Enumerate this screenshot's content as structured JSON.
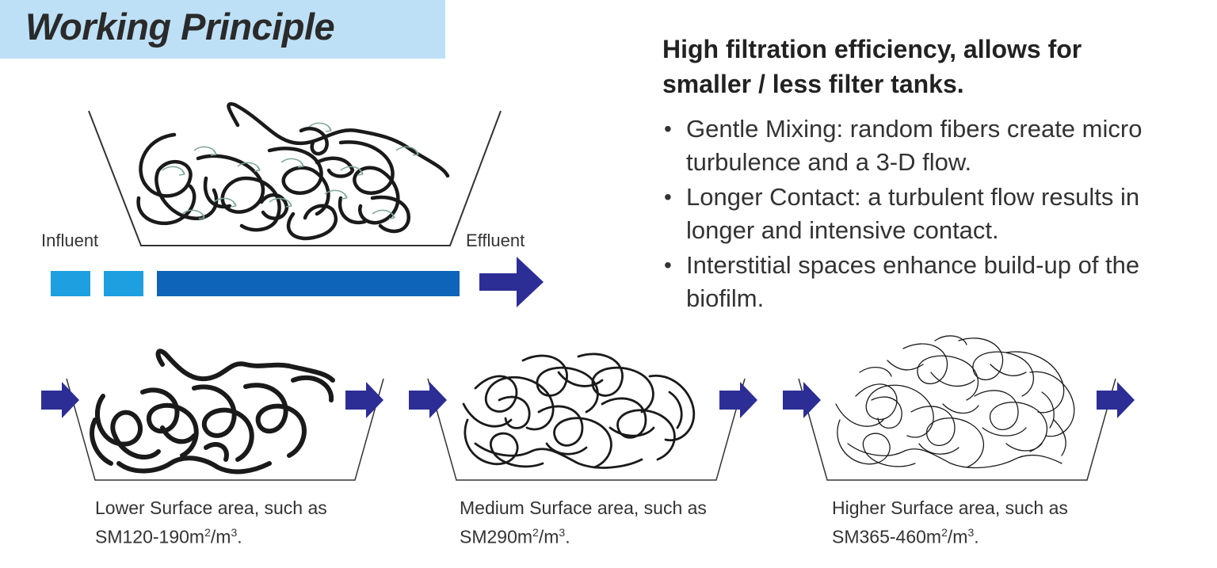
{
  "title": "Working Principle",
  "headline": "High filtration efficiency, allows for smaller / less filter tanks.",
  "bullets": [
    "Gentle Mixing: random fibers create micro turbulence and a 3-D flow.",
    "Longer Contact: a turbulent flow results in longer and intensive contact.",
    "Interstitial spaces enhance build-up of the biofilm."
  ],
  "flow_labels": {
    "influent": "Influent",
    "effluent": "Effluent"
  },
  "captions": [
    {
      "line1": "Lower Surface area, such as",
      "code": "SM120-190m",
      "sup1": "2",
      "per": "/m",
      "sup2": "3",
      "end": "."
    },
    {
      "line1": "Medium Surface area, such as",
      "code": "SM290m",
      "sup1": "2",
      "per": "/m",
      "sup2": "3",
      "end": "."
    },
    {
      "line1": "Higher Surface area, such as",
      "code": "SM365-460m",
      "sup1": "2",
      "per": "/m",
      "sup2": "3",
      "end": "."
    }
  ],
  "colors": {
    "title_bg": "#bde0f6",
    "flow_light": "#1e9fe0",
    "flow_dark": "#0d64b8",
    "arrow": "#2d2d96",
    "fiber": "#1a1a1a",
    "swirl": "#b8d8c8"
  }
}
